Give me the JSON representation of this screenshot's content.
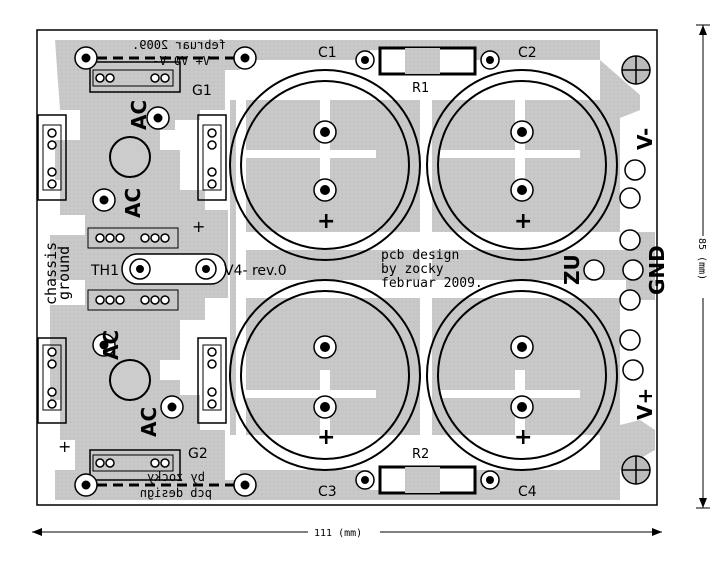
{
  "labels": {
    "c1": "C1",
    "c2": "C2",
    "c3": "C3",
    "c4": "C4",
    "r1": "R1",
    "r2": "R2",
    "g1": "G1",
    "g2": "G2",
    "ac": "AC",
    "th1": "TH1",
    "v4_rev": "V4- rev.0",
    "chassis": "chassis",
    "ground": "ground",
    "vminus": "V-",
    "vplus": "V+",
    "gnd": "GND",
    "zu": "ZU",
    "plus": "+",
    "design_line1": "pcb design",
    "design_line2": "by zocky",
    "design_line3": "februar 2009.",
    "mirror_top_1": "februar 2009.",
    "mirror_top_2": "V+  V0  V-",
    "mirror_bottom_1": "by zocky",
    "mirror_bottom_2": "pcb design"
  },
  "dimensions": {
    "width_label": "111 (mm)",
    "height_label": "85 (mm)"
  }
}
